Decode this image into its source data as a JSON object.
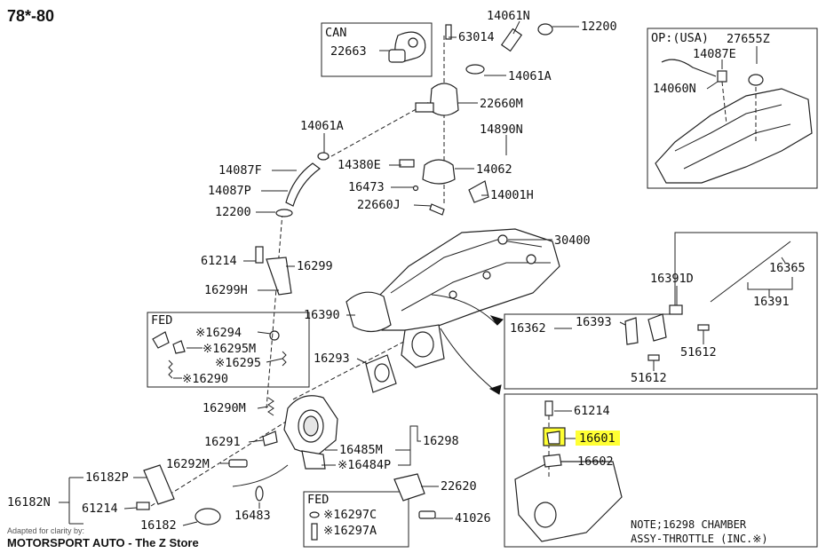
{
  "title": "78*-80",
  "boxes": {
    "can": {
      "label": "CAN",
      "part": "22663"
    },
    "op_usa": {
      "label": "OP:(USA)",
      "parts": [
        "27655Z",
        "14087E",
        "14060N"
      ]
    },
    "fed_top": {
      "label": "FED",
      "parts": [
        "※16294",
        "※16295M",
        "※16295",
        "※16290"
      ]
    },
    "fed_bottom": {
      "label": "FED",
      "parts": [
        "※16297C",
        "※16297A"
      ]
    }
  },
  "labels": {
    "p14061N": "14061N",
    "p12200a": "12200",
    "p63014": "63014",
    "p14061Aa": "14061A",
    "p22660M": "22660M",
    "p14061Ab": "14061A",
    "p14890N": "14890N",
    "p14087F": "14087F",
    "p14380E": "14380E",
    "p14062": "14062",
    "p14087P": "14087P",
    "p16473": "16473",
    "p14001H": "14001H",
    "p12200b": "12200",
    "p22660J": "22660J",
    "p30400": "30400",
    "p61214a": "61214",
    "p16299": "16299",
    "p16299H": "16299H",
    "p16390": "16390",
    "p16293": "16293",
    "p16290M": "16290M",
    "p16291": "16291",
    "p16485M": "16485M",
    "p16298": "16298",
    "p16292M": "16292M",
    "p16484P": "※16484P",
    "p16182P": "16182P",
    "p16182N": "16182N",
    "p61214b": "61214",
    "p16182": "16182",
    "p16483": "16483",
    "p22620": "22620",
    "p41026": "41026",
    "p16362": "16362",
    "p16393": "16393",
    "p16391D": "16391D",
    "p16365": "16365",
    "p16391": "16391",
    "p51612a": "51612",
    "p51612b": "51612",
    "p61214c": "61214",
    "p16601": "16601",
    "p16602": "16602"
  },
  "highlight": {
    "part": "16601",
    "color": "#ffff33"
  },
  "note": {
    "line1": "NOTE;16298 CHAMBER",
    "line2": "ASSY-THROTTLE (INC.※)"
  },
  "footer": {
    "small": "Adapted for clarity by:",
    "brand": "MOTORSPORT AUTO - The Z Store"
  }
}
